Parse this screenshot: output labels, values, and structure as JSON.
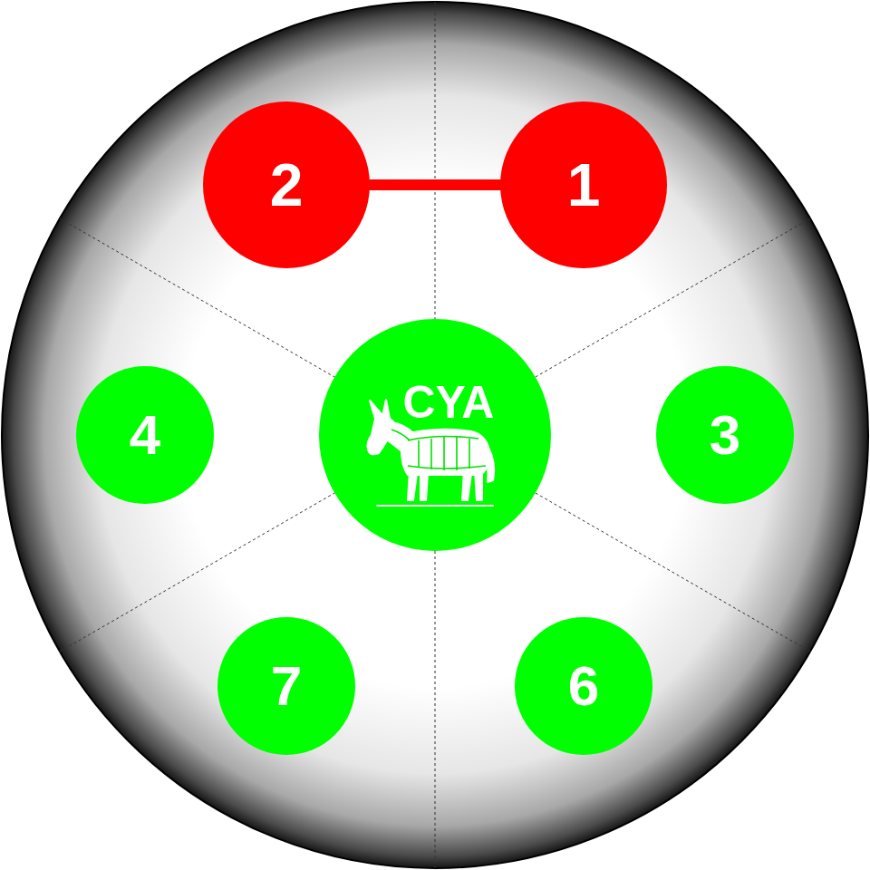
{
  "diagram": {
    "nodes": [
      {
        "text": [
          "2"
        ]
      },
      {
        "text": [
          "1"
        ]
      },
      {
        "text": [
          "4"
        ]
      },
      {
        "text": [
          "CYA"
        ]
      },
      {
        "text": [
          "3"
        ]
      },
      {
        "text": [
          "7"
        ]
      },
      {
        "text": [
          "6"
        ]
      }
    ],
    "edges": [
      {
        "from": 0,
        "to": 1,
        "arrow": "none"
      }
    ]
  }
}
